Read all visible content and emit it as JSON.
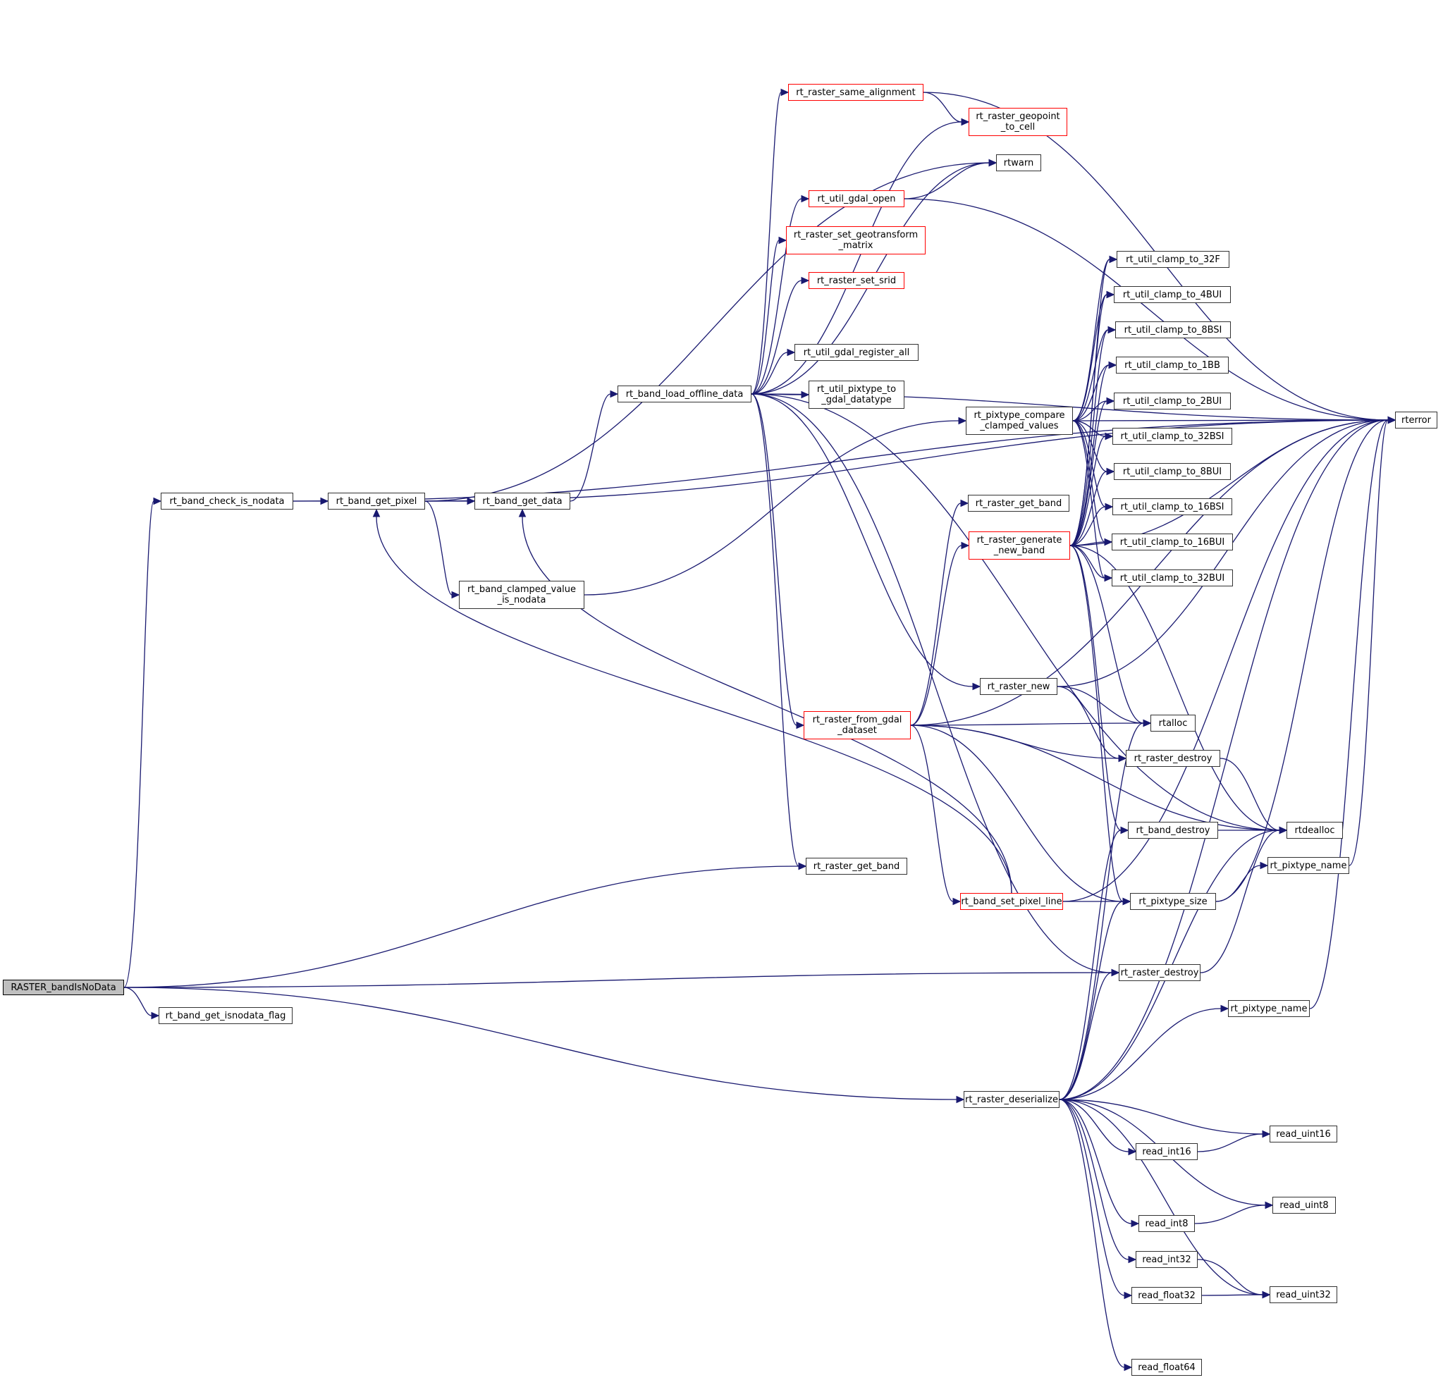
{
  "diagram": {
    "title": "Call graph for RASTER_bandIsNoData",
    "colors": {
      "edge": "#191970",
      "node_border": "#333333",
      "node_border_incomplete": "#ff0000",
      "root_fill": "#bfbfbf"
    },
    "nodes": [
      {
        "id": "RASTER_bandIsNoData",
        "label": "RASTER_bandIsNoData",
        "kind": "root"
      },
      {
        "id": "rt_band_check_is_nodata",
        "label": "rt_band_check_is_nodata",
        "kind": "normal"
      },
      {
        "id": "rt_band_get_pixel",
        "label": "rt_band_get_pixel",
        "kind": "normal"
      },
      {
        "id": "rt_band_get_data",
        "label": "rt_band_get_data",
        "kind": "normal"
      },
      {
        "id": "rt_band_clamped_value_is_nodata",
        "label": "rt_band_clamped_value\n_is_nodata",
        "kind": "normal"
      },
      {
        "id": "rt_band_load_offline_data",
        "label": "rt_band_load_offline_data",
        "kind": "normal"
      },
      {
        "id": "rt_raster_same_alignment",
        "label": "rt_raster_same_alignment",
        "kind": "incomplete"
      },
      {
        "id": "rt_raster_geopoint_to_cell",
        "label": "rt_raster_geopoint\n_to_cell",
        "kind": "incomplete"
      },
      {
        "id": "rtwarn",
        "label": "rtwarn",
        "kind": "normal"
      },
      {
        "id": "rt_util_gdal_open",
        "label": "rt_util_gdal_open",
        "kind": "incomplete"
      },
      {
        "id": "rt_raster_set_geotransform_matrix",
        "label": "rt_raster_set_geotransform\n_matrix",
        "kind": "incomplete"
      },
      {
        "id": "rt_raster_set_srid",
        "label": "rt_raster_set_srid",
        "kind": "incomplete"
      },
      {
        "id": "rt_util_gdal_register_all",
        "label": "rt_util_gdal_register_all",
        "kind": "normal"
      },
      {
        "id": "rt_util_pixtype_to_gdal_datatype",
        "label": "rt_util_pixtype_to\n_gdal_datatype",
        "kind": "normal"
      },
      {
        "id": "rt_pixtype_compare_clamped_values",
        "label": "rt_pixtype_compare\n_clamped_values",
        "kind": "normal"
      },
      {
        "id": "rt_raster_get_band_a",
        "label": "rt_raster_get_band",
        "kind": "normal"
      },
      {
        "id": "rt_raster_generate_new_band",
        "label": "rt_raster_generate\n_new_band",
        "kind": "incomplete"
      },
      {
        "id": "rt_raster_new",
        "label": "rt_raster_new",
        "kind": "normal"
      },
      {
        "id": "rt_raster_from_gdal_dataset",
        "label": "rt_raster_from_gdal\n_dataset",
        "kind": "incomplete"
      },
      {
        "id": "rt_raster_get_band_b",
        "label": "rt_raster_get_band",
        "kind": "normal"
      },
      {
        "id": "rt_band_set_pixel_line",
        "label": "rt_band_set_pixel_line",
        "kind": "incomplete"
      },
      {
        "id": "rt_band_get_isnodata_flag",
        "label": "rt_band_get_isnodata_flag",
        "kind": "normal"
      },
      {
        "id": "rt_raster_deserialize",
        "label": "rt_raster_deserialize",
        "kind": "normal"
      },
      {
        "id": "rt_util_clamp_to_32F",
        "label": "rt_util_clamp_to_32F",
        "kind": "normal"
      },
      {
        "id": "rt_util_clamp_to_4BUI",
        "label": "rt_util_clamp_to_4BUI",
        "kind": "normal"
      },
      {
        "id": "rt_util_clamp_to_8BSI",
        "label": "rt_util_clamp_to_8BSI",
        "kind": "normal"
      },
      {
        "id": "rt_util_clamp_to_1BB",
        "label": "rt_util_clamp_to_1BB",
        "kind": "normal"
      },
      {
        "id": "rt_util_clamp_to_2BUI",
        "label": "rt_util_clamp_to_2BUI",
        "kind": "normal"
      },
      {
        "id": "rt_util_clamp_to_32BSI",
        "label": "rt_util_clamp_to_32BSI",
        "kind": "normal"
      },
      {
        "id": "rt_util_clamp_to_8BUI",
        "label": "rt_util_clamp_to_8BUI",
        "kind": "normal"
      },
      {
        "id": "rt_util_clamp_to_16BSI",
        "label": "rt_util_clamp_to_16BSI",
        "kind": "normal"
      },
      {
        "id": "rt_util_clamp_to_16BUI",
        "label": "rt_util_clamp_to_16BUI",
        "kind": "normal"
      },
      {
        "id": "rt_util_clamp_to_32BUI",
        "label": "rt_util_clamp_to_32BUI",
        "kind": "normal"
      },
      {
        "id": "rtalloc",
        "label": "rtalloc",
        "kind": "normal"
      },
      {
        "id": "rt_raster_destroy_a",
        "label": "rt_raster_destroy",
        "kind": "normal"
      },
      {
        "id": "rt_band_destroy",
        "label": "rt_band_destroy",
        "kind": "normal"
      },
      {
        "id": "rtdealloc",
        "label": "rtdealloc",
        "kind": "normal"
      },
      {
        "id": "rt_pixtype_name_a",
        "label": "rt_pixtype_name",
        "kind": "normal"
      },
      {
        "id": "rt_pixtype_size",
        "label": "rt_pixtype_size",
        "kind": "normal"
      },
      {
        "id": "rt_raster_destroy_b",
        "label": "rt_raster_destroy",
        "kind": "normal"
      },
      {
        "id": "rt_pixtype_name_b",
        "label": "rt_pixtype_name",
        "kind": "normal"
      },
      {
        "id": "rterror",
        "label": "rterror",
        "kind": "normal"
      },
      {
        "id": "read_uint16",
        "label": "read_uint16",
        "kind": "normal"
      },
      {
        "id": "read_int16",
        "label": "read_int16",
        "kind": "normal"
      },
      {
        "id": "read_uint8",
        "label": "read_uint8",
        "kind": "normal"
      },
      {
        "id": "read_int8",
        "label": "read_int8",
        "kind": "normal"
      },
      {
        "id": "read_int32",
        "label": "read_int32",
        "kind": "normal"
      },
      {
        "id": "read_uint32",
        "label": "read_uint32",
        "kind": "normal"
      },
      {
        "id": "read_float32",
        "label": "read_float32",
        "kind": "normal"
      },
      {
        "id": "read_float64",
        "label": "read_float64",
        "kind": "normal"
      }
    ],
    "edges": [
      [
        "RASTER_bandIsNoData",
        "rt_band_check_is_nodata"
      ],
      [
        "RASTER_bandIsNoData",
        "rt_raster_get_band_b"
      ],
      [
        "RASTER_bandIsNoData",
        "rt_raster_destroy_b"
      ],
      [
        "RASTER_bandIsNoData",
        "rt_band_get_isnodata_flag"
      ],
      [
        "RASTER_bandIsNoData",
        "rt_raster_deserialize"
      ],
      [
        "rt_band_check_is_nodata",
        "rt_band_get_pixel"
      ],
      [
        "rt_band_check_is_nodata",
        "rterror"
      ],
      [
        "rt_band_get_pixel",
        "rt_band_get_data"
      ],
      [
        "rt_band_get_pixel",
        "rt_band_clamped_value_is_nodata"
      ],
      [
        "rt_band_get_pixel",
        "rtwarn"
      ],
      [
        "rt_band_get_pixel",
        "rterror"
      ],
      [
        "rt_band_get_data",
        "rt_band_load_offline_data"
      ],
      [
        "rt_band_clamped_value_is_nodata",
        "rt_pixtype_compare_clamped_values"
      ],
      [
        "rt_band_load_offline_data",
        "rt_raster_same_alignment"
      ],
      [
        "rt_band_load_offline_data",
        "rt_raster_geopoint_to_cell"
      ],
      [
        "rt_band_load_offline_data",
        "rtwarn"
      ],
      [
        "rt_band_load_offline_data",
        "rt_util_gdal_open"
      ],
      [
        "rt_band_load_offline_data",
        "rt_raster_set_geotransform_matrix"
      ],
      [
        "rt_band_load_offline_data",
        "rt_raster_set_srid"
      ],
      [
        "rt_band_load_offline_data",
        "rt_util_gdal_register_all"
      ],
      [
        "rt_band_load_offline_data",
        "rt_util_pixtype_to_gdal_datatype"
      ],
      [
        "rt_band_load_offline_data",
        "rterror"
      ],
      [
        "rt_band_load_offline_data",
        "rt_raster_new"
      ],
      [
        "rt_band_load_offline_data",
        "rt_raster_from_gdal_dataset"
      ],
      [
        "rt_band_load_offline_data",
        "rt_raster_get_band_b"
      ],
      [
        "rt_band_load_offline_data",
        "rtdealloc"
      ],
      [
        "rt_band_load_offline_data",
        "rt_raster_destroy_b"
      ],
      [
        "rt_raster_same_alignment",
        "rt_raster_geopoint_to_cell"
      ],
      [
        "rt_raster_same_alignment",
        "rterror"
      ],
      [
        "rt_util_gdal_open",
        "rtwarn"
      ],
      [
        "rt_util_gdal_open",
        "rterror"
      ],
      [
        "rt_pixtype_compare_clamped_values",
        "rt_util_clamp_to_32F"
      ],
      [
        "rt_pixtype_compare_clamped_values",
        "rt_util_clamp_to_4BUI"
      ],
      [
        "rt_pixtype_compare_clamped_values",
        "rt_util_clamp_to_8BSI"
      ],
      [
        "rt_pixtype_compare_clamped_values",
        "rt_util_clamp_to_1BB"
      ],
      [
        "rt_pixtype_compare_clamped_values",
        "rt_util_clamp_to_2BUI"
      ],
      [
        "rt_pixtype_compare_clamped_values",
        "rt_util_clamp_to_32BSI"
      ],
      [
        "rt_pixtype_compare_clamped_values",
        "rt_util_clamp_to_8BUI"
      ],
      [
        "rt_pixtype_compare_clamped_values",
        "rt_util_clamp_to_16BSI"
      ],
      [
        "rt_pixtype_compare_clamped_values",
        "rt_util_clamp_to_16BUI"
      ],
      [
        "rt_pixtype_compare_clamped_values",
        "rt_util_clamp_to_32BUI"
      ],
      [
        "rt_pixtype_compare_clamped_values",
        "rterror"
      ],
      [
        "rt_raster_generate_new_band",
        "rt_util_clamp_to_32F"
      ],
      [
        "rt_raster_generate_new_band",
        "rt_util_clamp_to_4BUI"
      ],
      [
        "rt_raster_generate_new_band",
        "rt_util_clamp_to_8BSI"
      ],
      [
        "rt_raster_generate_new_band",
        "rt_util_clamp_to_1BB"
      ],
      [
        "rt_raster_generate_new_band",
        "rt_util_clamp_to_2BUI"
      ],
      [
        "rt_raster_generate_new_band",
        "rt_util_clamp_to_32BSI"
      ],
      [
        "rt_raster_generate_new_band",
        "rt_util_clamp_to_8BUI"
      ],
      [
        "rt_raster_generate_new_band",
        "rt_util_clamp_to_16BSI"
      ],
      [
        "rt_raster_generate_new_band",
        "rt_util_clamp_to_16BUI"
      ],
      [
        "rt_raster_generate_new_band",
        "rt_util_clamp_to_32BUI"
      ],
      [
        "rt_raster_generate_new_band",
        "rterror"
      ],
      [
        "rt_raster_generate_new_band",
        "rtalloc"
      ],
      [
        "rt_raster_generate_new_band",
        "rt_band_destroy"
      ],
      [
        "rt_raster_generate_new_band",
        "rtdealloc"
      ],
      [
        "rt_raster_generate_new_band",
        "rt_pixtype_size"
      ],
      [
        "rt_raster_new",
        "rterror"
      ],
      [
        "rt_raster_new",
        "rtalloc"
      ],
      [
        "rt_raster_new",
        "rt_raster_destroy_a"
      ],
      [
        "rt_raster_from_gdal_dataset",
        "rt_raster_get_band_a"
      ],
      [
        "rt_raster_from_gdal_dataset",
        "rt_raster_generate_new_band"
      ],
      [
        "rt_raster_from_gdal_dataset",
        "rterror"
      ],
      [
        "rt_raster_from_gdal_dataset",
        "rtalloc"
      ],
      [
        "rt_raster_from_gdal_dataset",
        "rt_raster_destroy_a"
      ],
      [
        "rt_raster_from_gdal_dataset",
        "rtdealloc"
      ],
      [
        "rt_raster_from_gdal_dataset",
        "rt_band_set_pixel_line"
      ],
      [
        "rt_raster_from_gdal_dataset",
        "rt_pixtype_size"
      ],
      [
        "rt_band_set_pixel_line",
        "rt_band_get_pixel"
      ],
      [
        "rt_band_set_pixel_line",
        "rt_band_get_data"
      ],
      [
        "rt_band_set_pixel_line",
        "rt_pixtype_size"
      ],
      [
        "rt_band_set_pixel_line",
        "rterror"
      ],
      [
        "rt_raster_destroy_a",
        "rtdealloc"
      ],
      [
        "rt_band_destroy",
        "rtdealloc"
      ],
      [
        "rt_pixtype_size",
        "rt_pixtype_name_a"
      ],
      [
        "rt_pixtype_size",
        "rterror"
      ],
      [
        "rt_pixtype_name_a",
        "rterror"
      ],
      [
        "rt_raster_destroy_b",
        "rtdealloc"
      ],
      [
        "rt_pixtype_name_b",
        "rterror"
      ],
      [
        "rt_raster_deserialize",
        "rtalloc"
      ],
      [
        "rt_raster_deserialize",
        "rt_band_destroy"
      ],
      [
        "rt_raster_deserialize",
        "rt_pixtype_size"
      ],
      [
        "rt_raster_deserialize",
        "rt_raster_destroy_b"
      ],
      [
        "rt_raster_deserialize",
        "rtdealloc"
      ],
      [
        "rt_raster_deserialize",
        "rt_pixtype_name_b"
      ],
      [
        "rt_raster_deserialize",
        "rterror"
      ],
      [
        "rt_raster_deserialize",
        "read_uint16"
      ],
      [
        "rt_raster_deserialize",
        "read_int16"
      ],
      [
        "rt_raster_deserialize",
        "read_uint8"
      ],
      [
        "rt_raster_deserialize",
        "read_int8"
      ],
      [
        "rt_raster_deserialize",
        "read_int32"
      ],
      [
        "rt_raster_deserialize",
        "read_uint32"
      ],
      [
        "rt_raster_deserialize",
        "read_float32"
      ],
      [
        "rt_raster_deserialize",
        "read_float64"
      ],
      [
        "read_int16",
        "read_uint16"
      ],
      [
        "read_int8",
        "read_uint8"
      ],
      [
        "read_int32",
        "read_uint32"
      ],
      [
        "read_float32",
        "read_uint32"
      ]
    ]
  }
}
